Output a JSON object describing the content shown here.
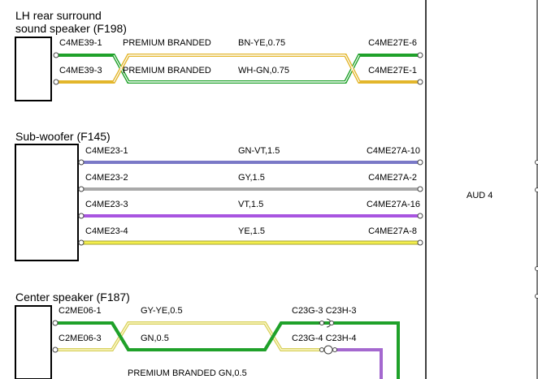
{
  "colors": {
    "green": "#1fa12a",
    "yellow_outline": "#c7b021",
    "green_outline": "#47b04a",
    "violet_blue": "#7a79c7",
    "gray": "#a9a9a9",
    "violet": "#a855e0",
    "yellow": "#f3ee4c",
    "purple": "#a468cf"
  },
  "components": {
    "lh_rear": {
      "title_line1": "LH rear surround",
      "title_line2": "sound speaker (F198)",
      "wires": [
        {
          "left_pin": "C4ME39-1",
          "label": "PREMIUM BRANDED",
          "spec": "BN-YE,0.75",
          "right_pin": "C4ME27E-6"
        },
        {
          "left_pin": "C4ME39-3",
          "label": "PREMIUM BRANDED",
          "spec": "WH-GN,0.75",
          "right_pin": "C4ME27E-1"
        }
      ]
    },
    "subwoofer": {
      "title": "Sub-woofer (F145)",
      "wires": [
        {
          "left_pin": "C4ME23-1",
          "spec": "GN-VT,1.5",
          "right_pin": "C4ME27A-10"
        },
        {
          "left_pin": "C4ME23-2",
          "spec": "GY,1.5",
          "right_pin": "C4ME27A-2"
        },
        {
          "left_pin": "C4ME23-3",
          "spec": "VT,1.5",
          "right_pin": "C4ME27A-16"
        },
        {
          "left_pin": "C4ME23-4",
          "spec": "YE,1.5",
          "right_pin": "C4ME27A-8"
        }
      ]
    },
    "center": {
      "title": "Center speaker (F187)",
      "wires": [
        {
          "left_pin": "C2ME06-1",
          "spec": "GY-YE,0.5",
          "right_pin": "C23G-3 C23H-3"
        },
        {
          "left_pin": "C2ME06-3",
          "spec": "GN,0.5",
          "right_pin": "C23G-4 C23H-4"
        }
      ],
      "footer": "PREMIUM BRANDED GN,0.5"
    }
  },
  "module": {
    "label": "AUD 4"
  }
}
